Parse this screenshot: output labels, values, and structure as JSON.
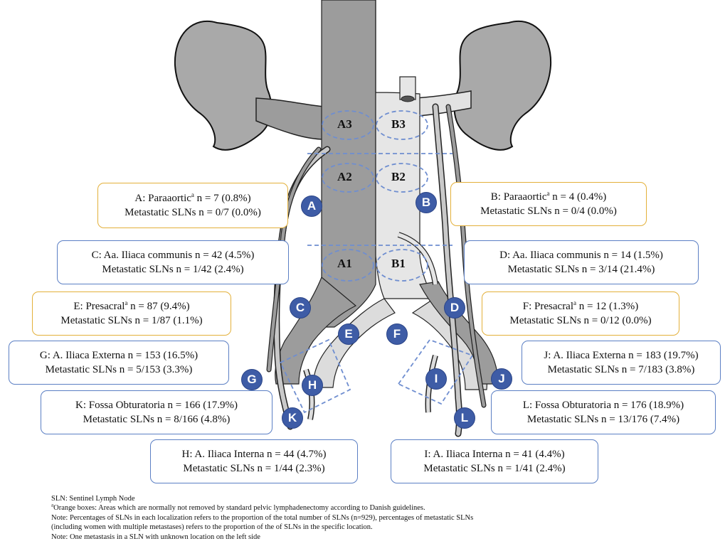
{
  "zones": {
    "a3": "A3",
    "b3": "B3",
    "a2": "A2",
    "b2": "B2",
    "a1": "A1",
    "b1": "B1"
  },
  "badges": {
    "a": "A",
    "b": "B",
    "c": "C",
    "d": "D",
    "e": "E",
    "f": "F",
    "g": "G",
    "h": "H",
    "i": "I",
    "j": "J",
    "k": "K",
    "l": "L"
  },
  "boxes": {
    "a": {
      "line1_prefix": "A: Paraaortic",
      "line1_sup": "a",
      "line1_suffix": " n = 7 (0.8%)",
      "line2": "Metastatic SLNs n = 0/7 (0.0%)",
      "color": "#e3b03a"
    },
    "b": {
      "line1_prefix": "B: Paraaortic",
      "line1_sup": "a",
      "line1_suffix": " n = 4 (0.4%)",
      "line2": "Metastatic SLNs n = 0/4 (0.0%)",
      "color": "#e3b03a"
    },
    "c": {
      "line1": "C: Aa. Iliaca communis n = 42 (4.5%)",
      "line2": "Metastatic SLNs n = 1/42 (2.4%)",
      "color": "#5b7fc4"
    },
    "d": {
      "line1": "D: Aa. Iliaca communis n = 14 (1.5%)",
      "line2": "Metastatic SLNs n = 3/14 (21.4%)",
      "color": "#5b7fc4"
    },
    "e": {
      "line1_prefix": "E: Presacral",
      "line1_sup": "a",
      "line1_suffix": " n = 87 (9.4%)",
      "line2": "Metastatic SLNs n = 1/87 (1.1%)",
      "color": "#e3b03a"
    },
    "f": {
      "line1_prefix": "F: Presacral",
      "line1_sup": "a",
      "line1_suffix": " n = 12 (1.3%)",
      "line2": "Metastatic SLNs n = 0/12 (0.0%)",
      "color": "#e3b03a"
    },
    "g": {
      "line1": "G: A. Iliaca Externa n = 153 (16.5%)",
      "line2": "Metastatic SLNs n = 5/153 (3.3%)",
      "color": "#5b7fc4"
    },
    "j": {
      "line1": "J: A. Iliaca Externa n = 183 (19.7%)",
      "line2": "Metastatic SLNs n = 7/183 (3.8%)",
      "color": "#5b7fc4"
    },
    "k": {
      "line1": "K: Fossa Obturatoria n = 166 (17.9%)",
      "line2": "Metastatic SLNs n = 8/166 (4.8%)",
      "color": "#5b7fc4"
    },
    "l": {
      "line1": "L: Fossa Obturatoria n = 176 (18.9%)",
      "line2": "Metastatic SLNs n = 13/176 (7.4%)",
      "color": "#5b7fc4"
    },
    "h": {
      "line1": "H: A. Iliaca Interna n = 44 (4.7%)",
      "line2": "Metastatic SLNs n = 1/44 (2.3%)",
      "color": "#5b7fc4"
    },
    "i": {
      "line1": "I: A. Iliaca Interna n = 41 (4.4%)",
      "line2": "Metastatic SLNs n = 1/41 (2.4%)",
      "color": "#5b7fc4"
    }
  },
  "notes": {
    "line1": "SLN: Sentinel Lymph Node",
    "line2_sup": "a",
    "line2": "Orange boxes: Areas which are normally not removed by standard pelvic lymphadenectomy according to Danish guidelines.",
    "line3": "Note: Percentages of SLNs in each localization refers to the proportion of the total number of SLNs (n=929), percentages of metastatic SLNs",
    "line4": "(including women with multiple metastases) refers to the proportion of the of SLNs in the specific location.",
    "line5": "Note: One metastasis in a SLN with unknown location on the left side"
  },
  "colors": {
    "orange_box": "#e3b03a",
    "blue_box": "#5b7fc4",
    "badge": "#3e5ca6",
    "kidney": "#a9a9a9",
    "vein": "#9c9c9c",
    "artery": "#dcdcdc"
  }
}
